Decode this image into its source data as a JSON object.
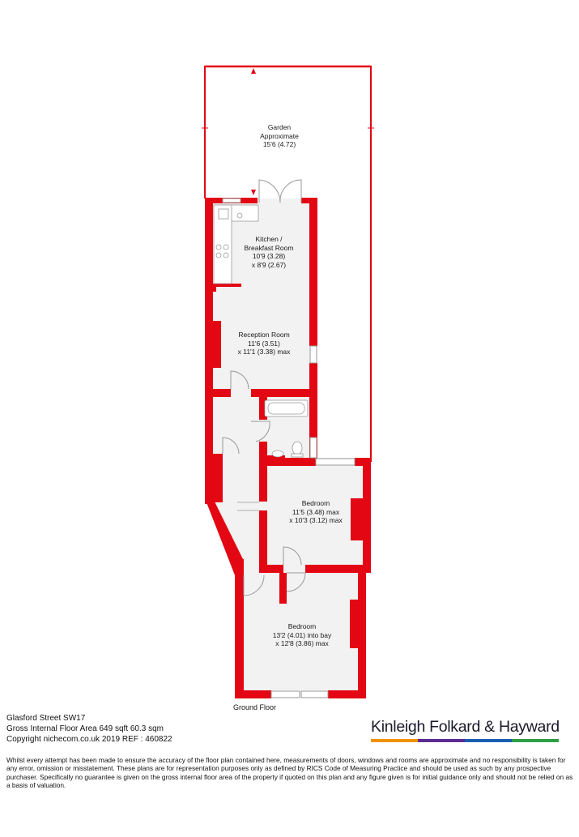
{
  "rooms": {
    "garden": [
      "Garden",
      "Approximate",
      "15'6 (4.72)"
    ],
    "kitchen": [
      "Kitchen /",
      "Breakfast Room",
      "10'9 (3.28)",
      "x 8'9 (2.67)"
    ],
    "reception": [
      "Reception Room",
      "11'6 (3.51)",
      "x 11'1 (3.38) max"
    ],
    "bedroom1": [
      "Bedroom",
      "11'5 (3.48) max",
      "x 10'3 (3.12) max"
    ],
    "bedroom2": [
      "Bedroom",
      "13'2 (4.01) into bay",
      "x 12'8 (3.86) max"
    ]
  },
  "floor_label": "Ground Floor",
  "info": {
    "address": "Glasford Street  SW17",
    "area": "Gross Internal Floor Area 649 sqft 60.3 sqm",
    "copyright": "Copyright nichecom.co.uk 2019 REF : 460822"
  },
  "brand": {
    "name": "Kinleigh Folkard & Hayward",
    "bar_colors": [
      "#f39200",
      "#5c2d91",
      "#1a5fb4",
      "#2f9e44"
    ]
  },
  "disclaimer": "Whilst every attempt has been made to ensure the accuracy of the floor plan contained here, measurements of doors, windows and rooms are approximate and no responsibility is taken for any error, omission or misstatement.  These plans are for representation purposes only as defined by RICS Code of Measuring Practice and should be used as such by any prospective purchaser.  Specifically no guarantee is given on the gross internal floor area of the property if quoted on this plan and any figure given is for initial guidance only and should not be relied on as a basis of valuation.",
  "colors": {
    "wall": "#e30613",
    "floor": "#f2f2f2",
    "fixture": "#999999"
  }
}
